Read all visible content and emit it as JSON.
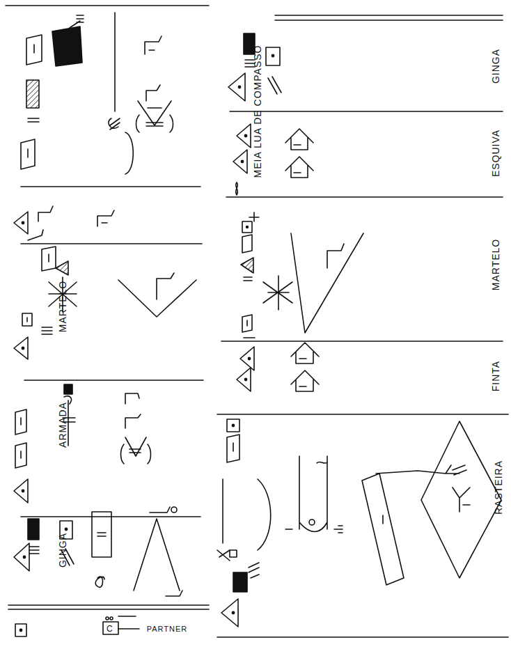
{
  "diagram": {
    "labels": [
      "PARTNER",
      "GINGA",
      "ARMADA",
      "MARTELO",
      "MEIA LUA DE COMPASSO",
      "RASTEIRA",
      "FINTA",
      "MARTELO",
      "ESQUIVA",
      "GINGA"
    ]
  }
}
